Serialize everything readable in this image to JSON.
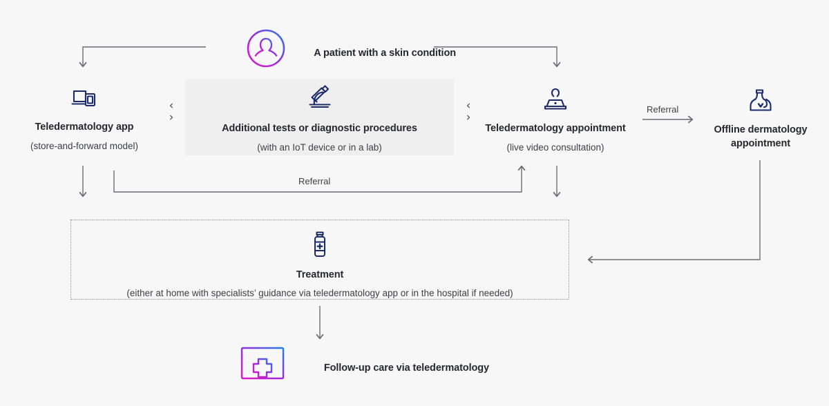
{
  "diagram": {
    "background_color": "#f7f7f7",
    "panel_color": "#efefef",
    "icon_color": "#1b2a6b",
    "gradient_from": "#ec18c8",
    "gradient_to": "#1d7ef2",
    "connector_color": "#6b6d72",
    "patient": {
      "title": "A patient with a skin condition",
      "icon": "patient-circle-icon"
    },
    "paths": [
      {
        "id": "teledermatology-app",
        "title": "Teledermatology app",
        "subtitle": "(store-and-forward model)",
        "icon": "laptop-mobile-icon"
      },
      {
        "id": "additional-tests",
        "title": "Additional tests or diagnostic procedures",
        "subtitle": "(with an IoT device or in a lab)",
        "icon": "microscope-icon"
      },
      {
        "id": "teledermatology-appointment",
        "title": "Teledermatology appointment",
        "subtitle": "(live video consultation)",
        "icon": "video-consultation-icon"
      },
      {
        "id": "offline-dermatology-appointment",
        "title": "Offline dermatology appointment",
        "subtitle": "",
        "icon": "doctor-icon"
      }
    ],
    "treatment": {
      "title": "Treatment",
      "subtitle": "(either at home with specialists’ guidance via teledermatology app or in the hospital if needed)",
      "icon": "medicine-vial-icon"
    },
    "followup": {
      "title": "Follow-up care via teledermatology",
      "icon": "window-plus-icon"
    },
    "edge_labels": {
      "referral_top": "Referral",
      "referral_middle": "Referral"
    },
    "chevrons": {
      "back": "‹",
      "forward": "›"
    }
  }
}
